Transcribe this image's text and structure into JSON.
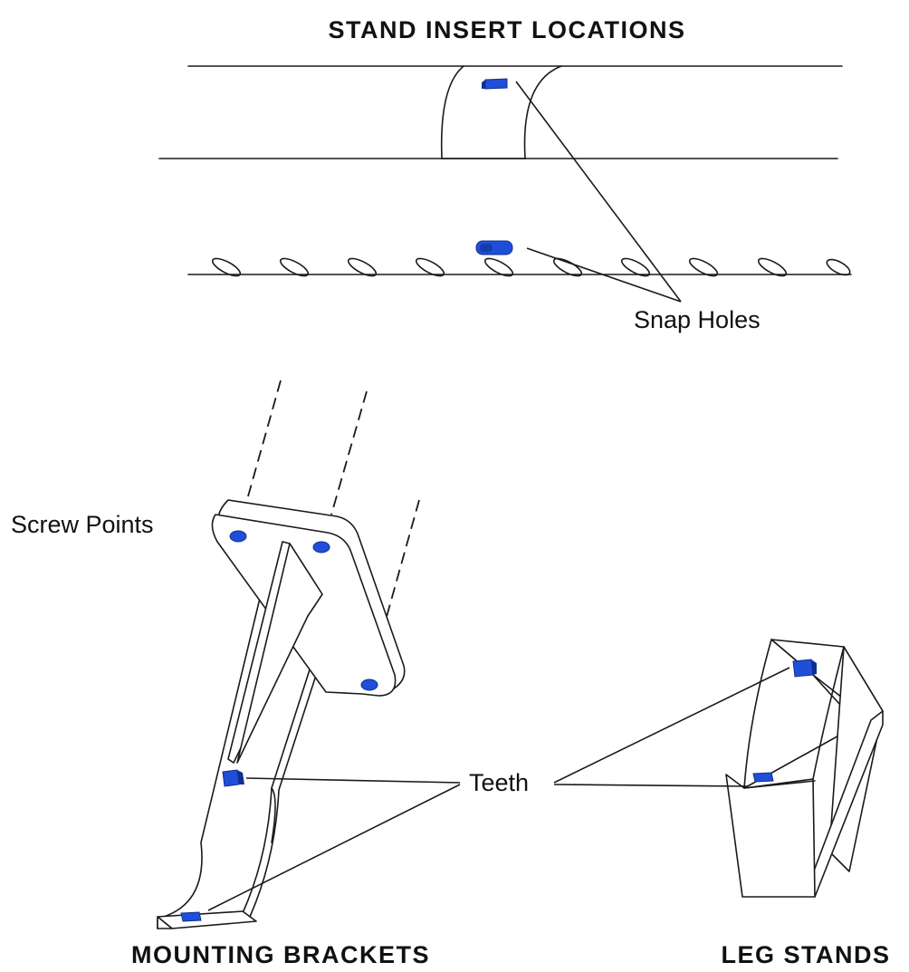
{
  "titles": {
    "top": "STAND INSERT LOCATIONS",
    "bottom_left": "MOUNTING BRACKETS",
    "bottom_right": "LEG STANDS"
  },
  "labels": {
    "snap_holes": "Snap Holes",
    "screw_points": "Screw Points",
    "teeth": "Teeth"
  },
  "colors": {
    "feature_blue": "#1f4fd8",
    "feature_blue_dark": "#10308f",
    "line": "#1a1a1a",
    "background": "#ffffff"
  }
}
